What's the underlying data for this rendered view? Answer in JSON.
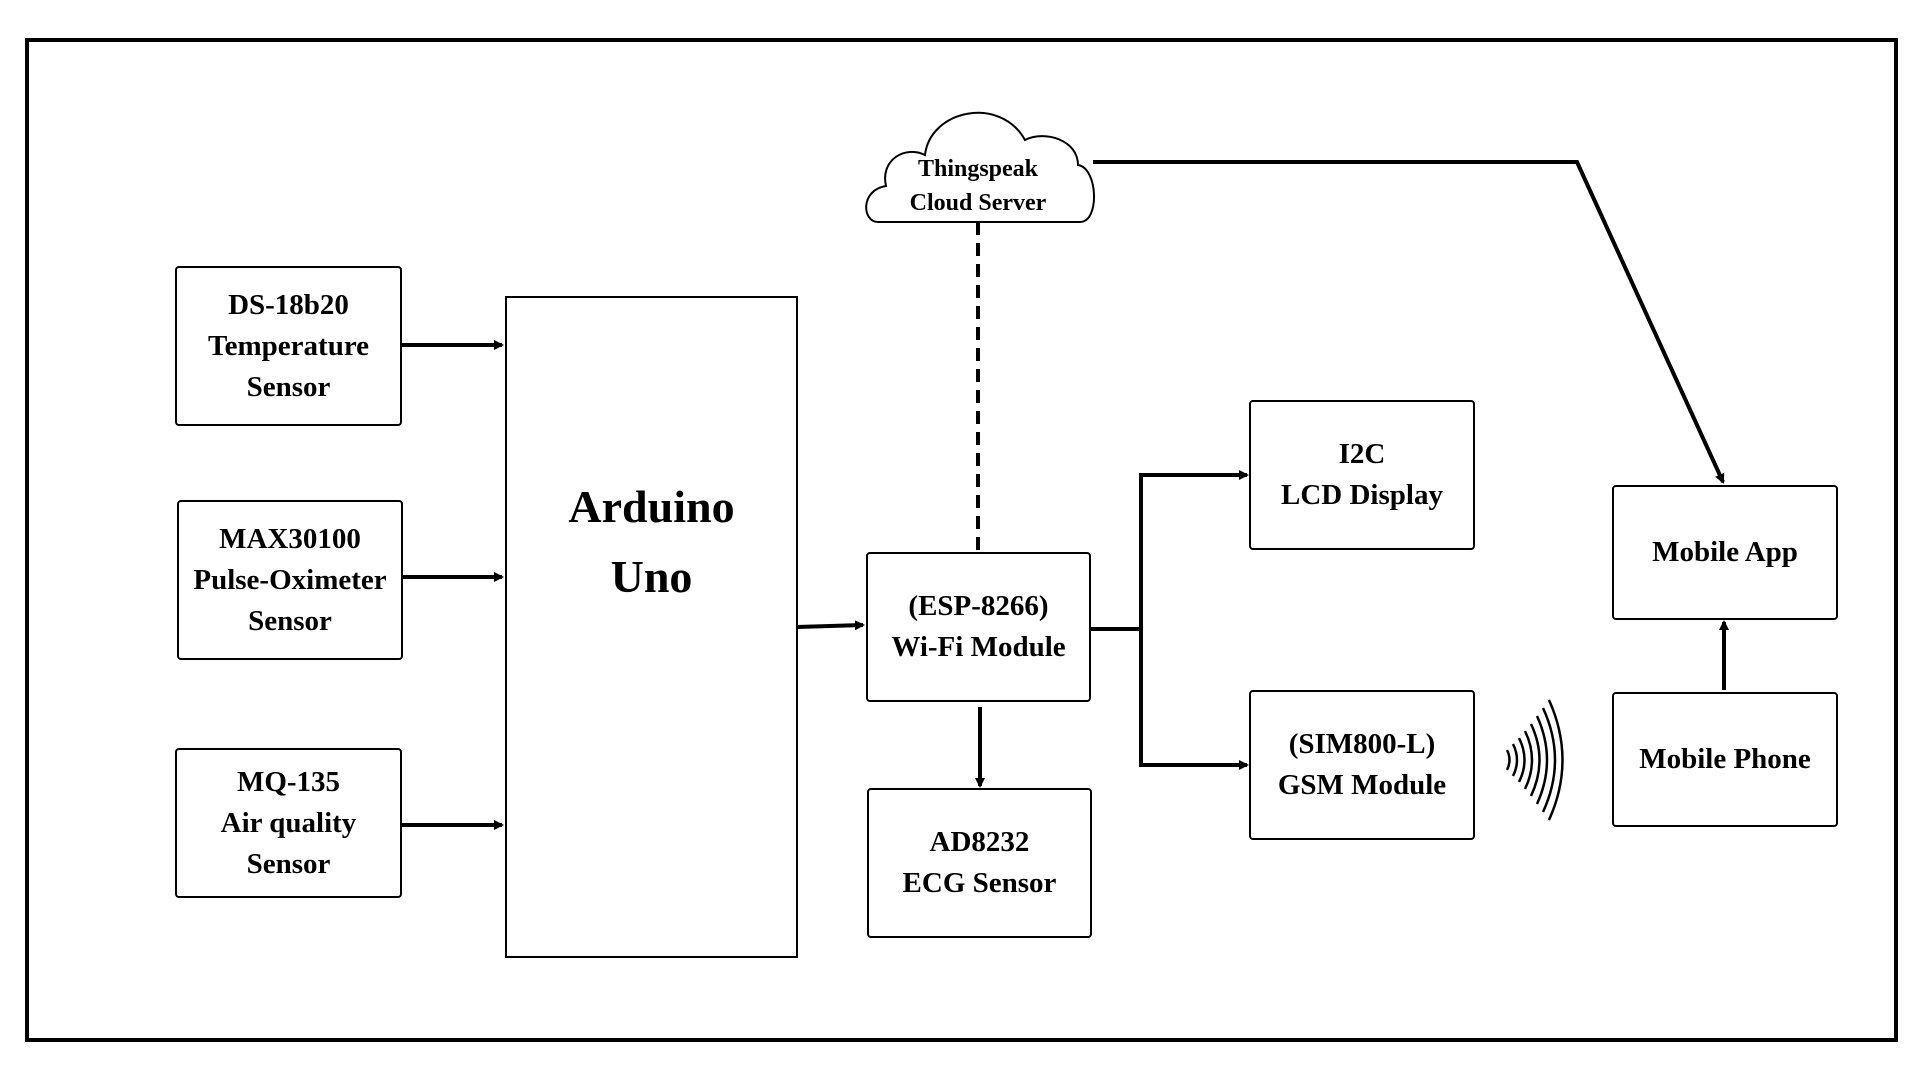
{
  "nodes": {
    "temp_sensor": {
      "line1": "DS-18b20",
      "line2": "Temperature",
      "line3": "Sensor"
    },
    "oximeter": {
      "line1": "MAX30100",
      "line2": "Pulse-Oximeter",
      "line3": "Sensor"
    },
    "air_sensor": {
      "line1": "MQ-135",
      "line2": "Air quality",
      "line3": "Sensor"
    },
    "arduino": {
      "line1": "Arduino",
      "line2": "Uno"
    },
    "cloud": {
      "line1": "Thingspeak",
      "line2": "Cloud Server"
    },
    "wifi": {
      "line1": "(ESP-8266)",
      "line2": "Wi-Fi Module"
    },
    "ecg": {
      "line1": "AD8232",
      "line2": "ECG Sensor"
    },
    "lcd": {
      "line1": "I2C",
      "line2": "LCD Display"
    },
    "gsm": {
      "line1": "(SIM800-L)",
      "line2": "GSM Module"
    },
    "mobile_app": {
      "label": "Mobile App"
    },
    "mobile_phone": {
      "label": "Mobile Phone"
    }
  }
}
